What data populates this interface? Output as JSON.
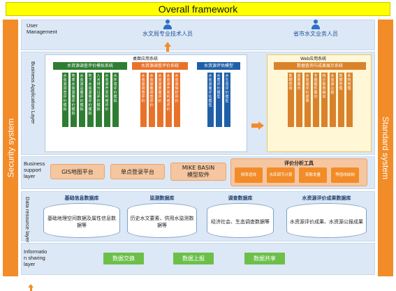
{
  "title": "Overall framework",
  "side_left": "Security system",
  "side_right": "Standard system",
  "layers": {
    "user": "User\nManagement",
    "business_app": "Business Application Layer",
    "business_support": "Business support layer",
    "data_resource": "Data resource layer",
    "info_sharing": "Informatio n sharing layer"
  },
  "users": [
    "水文局专业技术人员",
    "省市水文业务人员"
  ],
  "desktop_label": "桌面应用系统",
  "web_label": "Web应用系统",
  "systems": [
    {
      "name": "水资源调查评价模拟系统",
      "color": "#2e7d32",
      "items": [
        "水资源调查评价模拟",
        "地表水资源量评价模拟",
        "水资源总量评价模拟",
        "地下水资源量评价模拟",
        "入河排污口评价模拟",
        "水资源开发利用评价",
        "水环境评价模拟"
      ]
    },
    {
      "name": "水资源调查评价系统",
      "color": "#e8722a",
      "items": [
        "水资源调查评价",
        "水资源量调查评价",
        "水资源质量评价",
        "水资源开发利用评价",
        "水资源保护评价"
      ]
    },
    {
      "name": "水资源评估模型",
      "color": "#1f5fa8",
      "items": [
        "水资源量评估模型",
        "水质评价模型",
        "水生态评价模型"
      ]
    },
    {
      "name": "数据查询与成果展示系统",
      "color": "#d9822b",
      "items": [
        "数据查询",
        "成果展示",
        "水资源评价成果",
        "专题图件展示",
        "统计报表输出",
        "水资源公报",
        "数据管理",
        "系统管理"
      ]
    }
  ],
  "support": {
    "gis": "GIS地图平台",
    "sso": "单点登录平台",
    "mike": "MIKE BASIN\n模型软件",
    "tools_title": "评价分析工具",
    "tools": [
      "频率适线",
      "水库调节计算",
      "蒸散发量",
      "等值线绘制"
    ]
  },
  "databases": [
    {
      "title": "基础信息数据库",
      "body": "基础地理空间数据及属性信息数据等"
    },
    {
      "title": "监测数据库",
      "body": "历史水文要素、供用水监测数据等"
    },
    {
      "title": "调查数据库",
      "body": "经济社会、生态调查数据等"
    },
    {
      "title": "水资源评价成果数据库",
      "body": "水资源评价成果、水资源公报成果"
    }
  ],
  "sharing": [
    "数据交换",
    "数据上报",
    "数据共享"
  ],
  "colors": {
    "accent_orange": "#f28c28",
    "title_yellow": "#ffff00",
    "layer_blue": "#dce8f5",
    "green": "#6cc04a"
  }
}
